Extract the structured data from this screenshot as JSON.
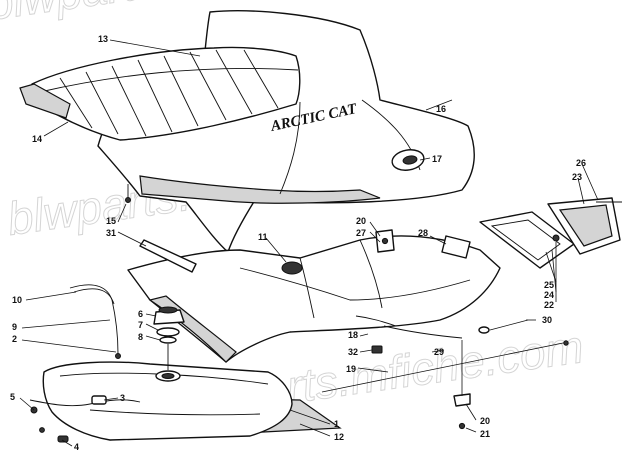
{
  "watermark": "blwparts.mfiche.com",
  "brand_label": "ARCTIC CAT",
  "callouts": [
    {
      "id": "c13",
      "label": "13"
    },
    {
      "id": "c14",
      "label": "14"
    },
    {
      "id": "c16",
      "label": "16"
    },
    {
      "id": "c17",
      "label": "17"
    },
    {
      "id": "c15",
      "label": "15"
    },
    {
      "id": "c31",
      "label": "31"
    },
    {
      "id": "c11",
      "label": "11"
    },
    {
      "id": "c20a",
      "label": "20"
    },
    {
      "id": "c27",
      "label": "27"
    },
    {
      "id": "c28",
      "label": "28"
    },
    {
      "id": "c26",
      "label": "26"
    },
    {
      "id": "c23",
      "label": "23"
    },
    {
      "id": "c25",
      "label": "25"
    },
    {
      "id": "c24",
      "label": "24"
    },
    {
      "id": "c22a",
      "label": "22"
    },
    {
      "id": "c10",
      "label": "10"
    },
    {
      "id": "c6",
      "label": "6"
    },
    {
      "id": "c7",
      "label": "7"
    },
    {
      "id": "c8",
      "label": "8"
    },
    {
      "id": "c9",
      "label": "9"
    },
    {
      "id": "c2",
      "label": "2"
    },
    {
      "id": "c30",
      "label": "30"
    },
    {
      "id": "c32",
      "label": "32"
    },
    {
      "id": "c18",
      "label": "18"
    },
    {
      "id": "c29",
      "label": "29"
    },
    {
      "id": "c19",
      "label": "19"
    },
    {
      "id": "c5",
      "label": "5"
    },
    {
      "id": "c3",
      "label": "3"
    },
    {
      "id": "c4",
      "label": "4"
    },
    {
      "id": "c1",
      "label": "1"
    },
    {
      "id": "c12",
      "label": "12"
    },
    {
      "id": "c20b",
      "label": "20"
    },
    {
      "id": "c21",
      "label": "21"
    }
  ]
}
